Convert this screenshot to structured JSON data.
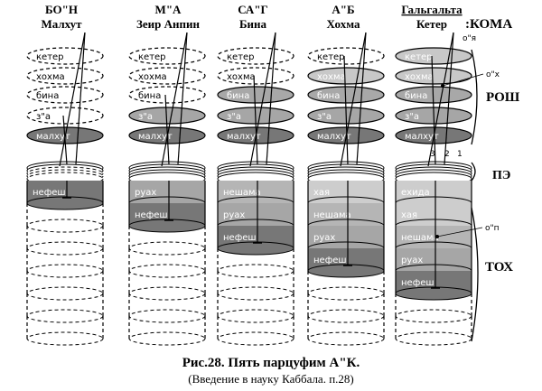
{
  "columns": [
    {
      "code": "БО\"Н",
      "name": "Малхут"
    },
    {
      "code": "М\"А",
      "name": "Зеир Анпин"
    },
    {
      "code": "СА\"Г",
      "name": "Бина"
    },
    {
      "code": "А\"Б",
      "name": "Хохма"
    },
    {
      "code": "Гальгальта",
      "name": "Кетер"
    }
  ],
  "koma_label": ":КОМА",
  "rosh_label": "РОШ",
  "pe_label": "ПЭ",
  "toh_label": "ТОХ",
  "head_labels": [
    "кетер",
    "хохма",
    "бина",
    "з\"а",
    "малхут"
  ],
  "body_labels": {
    "c0": [
      "нефеш"
    ],
    "c1": [
      "руах",
      "нефеш"
    ],
    "c2": [
      "нешама",
      "руах",
      "нефеш"
    ],
    "c3": [
      "хая",
      "нешама",
      "руах",
      "нефеш"
    ],
    "c4": [
      "ехида",
      "хая",
      "нешама",
      "руах",
      "нефеш"
    ]
  },
  "annotations": {
    "oya": "о\"я",
    "oh": "о\"х",
    "op": "о\"п",
    "n3": "3",
    "n2": "2",
    "n1": "1"
  },
  "caption": {
    "title": "Рис.28. Пять парцуфим А\"К.",
    "source": "(Введение в науку Каббала. п.28)"
  },
  "colors": {
    "dark": "#777777",
    "mid": "#a6a6a6",
    "light": "#cccccc",
    "ink": "#000000"
  }
}
